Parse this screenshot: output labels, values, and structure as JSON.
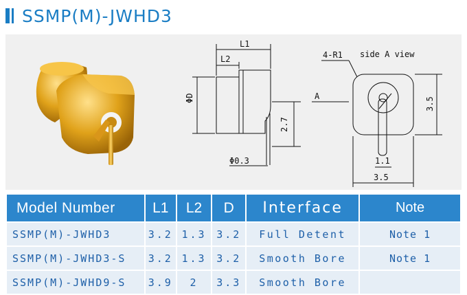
{
  "page": {
    "title": "SSMP(M)-JWHD3"
  },
  "drawing": {
    "label_l1": "L1",
    "label_l2": "L2",
    "label_d": "ΦD",
    "label_a": "A",
    "label_pin_len": "2.7",
    "label_pin_dia": "Φ0.3",
    "label_side_view": "side A view",
    "label_radius": "4-R1",
    "label_height": "3.5",
    "label_width": "3.5",
    "label_pin_width": "1.1"
  },
  "table": {
    "headers": {
      "model": "Model Number",
      "l1": "L1",
      "l2": "L2",
      "d": "D",
      "interface": "Interface",
      "note": "Note"
    },
    "rows": [
      {
        "model": "SSMP(M)-JWHD3",
        "l1": "3.2",
        "l2": "1.3",
        "d": "3.2",
        "interface": "Full Detent",
        "note": "Note 1"
      },
      {
        "model": "SSMP(M)-JWHD3-S",
        "l1": "3.2",
        "l2": "1.3",
        "d": "3.2",
        "interface": "Smooth Bore",
        "note": "Note 1"
      },
      {
        "model": "SSMP(M)-JWHD9-S",
        "l1": "3.9",
        "l2": "2",
        "d": "3.3",
        "interface": "Smooth Bore",
        "note": ""
      }
    ]
  },
  "colors": {
    "accent": "#1a7dc4",
    "header_bg": "#2c86cc",
    "cell_bg": "#e6eef6",
    "cell_text": "#1d5fa8",
    "gold": "#e0a21a"
  }
}
